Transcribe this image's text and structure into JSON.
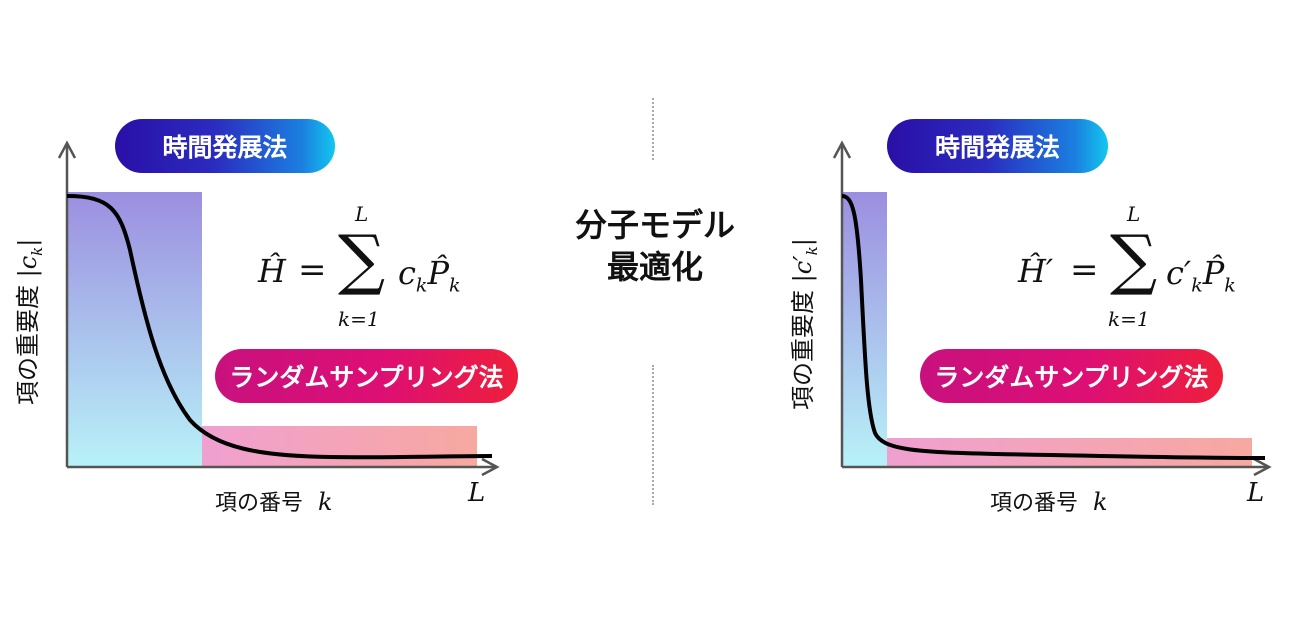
{
  "center": {
    "line1": "分子モデル",
    "line2": "最適化"
  },
  "left": {
    "method_time": "時間発展法",
    "method_random": "ランダムサンプリング法",
    "y_label": "項の重要度",
    "y_label_symbol": "|c",
    "y_label_sub": "k",
    "y_label_close": "|",
    "x_label": "項の番号",
    "x_label_symbol": "k",
    "x_end_label": "L",
    "formula": {
      "lhs": "Ĥ",
      "equals": "=",
      "sum_upper": "L",
      "sum_lower": "k=1",
      "coef": "c",
      "coef_sub": "k",
      "op": "P̂",
      "op_sub": "k"
    }
  },
  "right": {
    "method_time": "時間発展法",
    "method_random": "ランダムサンプリング法",
    "y_label": "項の重要度",
    "y_label_symbol": "|c′",
    "y_label_sub": "k",
    "y_label_close": "|",
    "x_label": "項の番号",
    "x_label_symbol": "k",
    "x_end_label": "L",
    "formula": {
      "lhs": "Ĥ′",
      "equals": "=",
      "sum_upper": "L",
      "sum_lower": "k=1",
      "coef": "c′",
      "coef_sub": "k",
      "op": "P̂",
      "op_sub": "k"
    }
  },
  "colors": {
    "time_gradient_top": "#9c8ee0",
    "time_gradient_bottom": "#b8f0f8",
    "random_gradient_left": "#f0a0d0",
    "random_gradient_right": "#f8a8a0",
    "axis": "#555555",
    "curve": "#000000"
  }
}
